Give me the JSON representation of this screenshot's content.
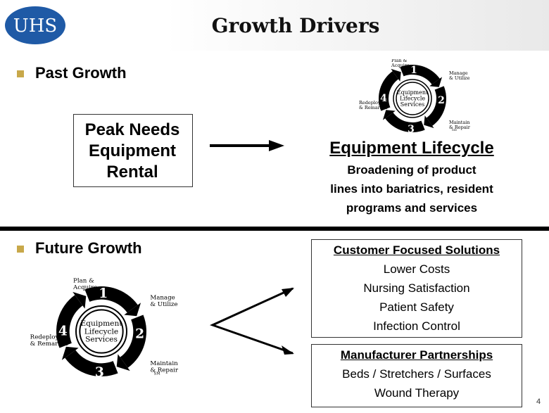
{
  "logo": {
    "text": "UHS",
    "color": "#1f5aa6"
  },
  "title": "Growth Drivers",
  "past": {
    "label": "Past Growth",
    "box_lines": [
      "Peak Needs",
      "Equipment",
      "Rental"
    ],
    "lifecycle_title": "Equipment Lifecycle",
    "lifecycle_desc": [
      "Broadening of product",
      "lines into bariatrics, resident",
      "programs and services"
    ]
  },
  "future": {
    "label": "Future Growth",
    "customer": {
      "title": "Customer Focused Solutions",
      "items": [
        "Lower Costs",
        "Nursing Satisfaction",
        "Patient Safety",
        "Infection Control"
      ]
    },
    "manufacturer": {
      "title": "Manufacturer Partnerships",
      "items": [
        "Beds / Stretchers / Surfaces",
        "Wound Therapy"
      ]
    }
  },
  "cycle": {
    "center": [
      "Equipment",
      "Lifecycle",
      "Services"
    ],
    "steps": [
      {
        "num": "1",
        "label": [
          "Plan &",
          "Acquire"
        ]
      },
      {
        "num": "2",
        "label": [
          "Manage",
          "& Utilize"
        ]
      },
      {
        "num": "3",
        "label": [
          "Maintain",
          "& Repair"
        ]
      },
      {
        "num": "4",
        "label": [
          "Redeploy",
          "& Remarket"
        ]
      }
    ],
    "mark": "SM"
  },
  "page_number": "4",
  "bullet_color": "#c8a84a"
}
